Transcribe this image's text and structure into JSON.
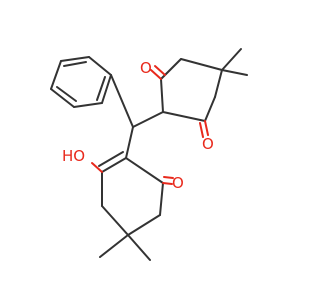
{
  "molecule": {
    "atoms": {
      "o_ketone_top": "O",
      "o_ketone_right": "O",
      "hydroxyl": "HO",
      "o_ketone_lower": "O"
    }
  },
  "colors": {
    "bond": "#333333",
    "heteroatom_oxygen": "#e8291c",
    "background": "#ffffff"
  }
}
